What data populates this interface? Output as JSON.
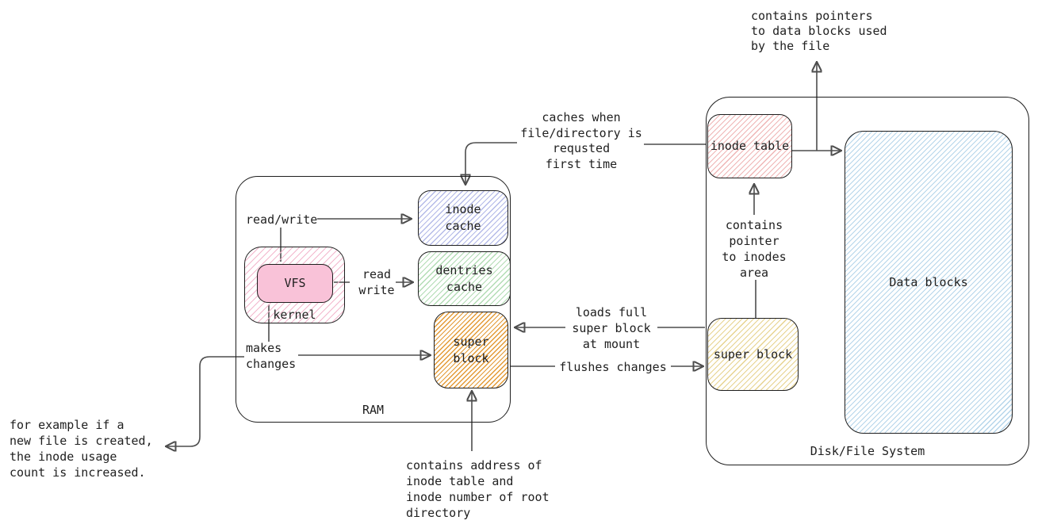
{
  "diagram": {
    "title": "VFS / filesystem caching diagram",
    "colors": {
      "background": "#ffffff",
      "box_border": "#1e1e1e",
      "connector": "#4d4d4d",
      "arrowhead": "#1c1c1c",
      "vfs_fill": "#f9c2d8",
      "kernel_hatch": "#f3b7cd",
      "inode_cache_hatch": "#b4bae8",
      "dentries_cache_hatch": "#b2dcb4",
      "ram_super_block_hatch": "#e39a35",
      "inode_table_hatch": "#efb5b5",
      "data_blocks_hatch": "#b5d5ea",
      "disk_super_block_hatch": "#e7d38f"
    },
    "ram": {
      "label": "RAM",
      "kernel": {
        "label": "kernel"
      },
      "vfs": {
        "label": "VFS"
      },
      "inode_cache": {
        "label": "inode\ncache"
      },
      "dentries_cache": {
        "label": "dentries\ncache"
      },
      "super_block": {
        "label": "super\nblock"
      }
    },
    "disk": {
      "label": "Disk/File System",
      "inode_table": {
        "label": "inode table"
      },
      "data_blocks": {
        "label": "Data blocks"
      },
      "super_block": {
        "label": "super block"
      }
    },
    "annotations": {
      "read_write_inode": "read/write",
      "read_write_dentries": "read\nwrite",
      "makes_changes": "makes\nchanges",
      "caches_note": "caches when\nfile/directory is\nrequsted\nfirst time",
      "loads_note": "loads full\nsuper block\nat mount",
      "flushes_note": "flushes changes",
      "contains_pointer_note": "contains\npointer\nto inodes\narea",
      "contains_pointers_note": "contains pointers\nto data blocks used\nby the file",
      "contains_address_note": "contains address of\ninode table and\ninode number of root\ndirectory",
      "example_note": "for example if a\nnew file is created,\nthe inode usage\ncount is increased."
    }
  }
}
